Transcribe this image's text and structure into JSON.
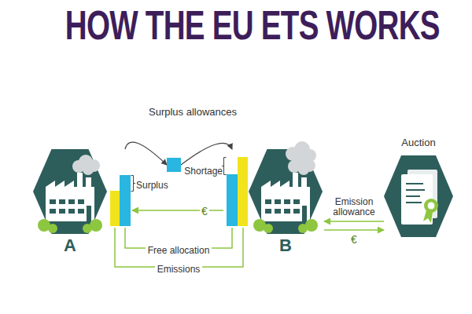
{
  "diagram": {
    "title": "HOW THE EU ETS WORKS",
    "nodes": [
      {
        "text": [
          "A"
        ]
      },
      {
        "text": [
          "Surplus allowances"
        ]
      },
      {
        "text": [
          "B"
        ]
      },
      {
        "text": [
          "Auction"
        ]
      }
    ],
    "edges": [
      {
        "from": 0,
        "to": 1,
        "arrow": "to"
      },
      {
        "from": 1,
        "to": 2,
        "arrow": "to"
      },
      {
        "from": 2,
        "to": 0,
        "label": "€",
        "arrow": "to"
      },
      {
        "from": 3,
        "to": 2,
        "label": "Emission allowance",
        "arrow": "to"
      },
      {
        "from": 2,
        "to": 3,
        "label": "€",
        "arrow": "to"
      }
    ],
    "labels": [
      "Surplus",
      "Shortage",
      "Free allocation",
      "Emissions"
    ]
  }
}
